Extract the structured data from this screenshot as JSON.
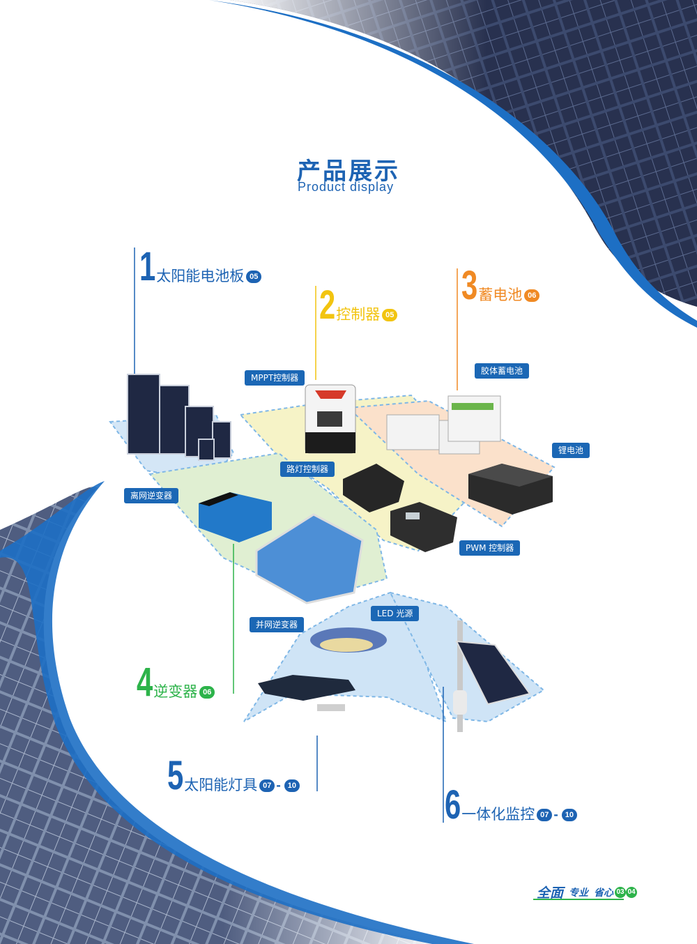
{
  "header": {
    "title_cn": "产品展示",
    "title_en": "Product display"
  },
  "sections": [
    {
      "num": "1",
      "label": "太阳能电池板",
      "pages": [
        "05"
      ],
      "color": "#1d63b3"
    },
    {
      "num": "2",
      "label": "控制器",
      "pages": [
        "05"
      ],
      "color": "#f2c410"
    },
    {
      "num": "3",
      "label": "蓄电池",
      "pages": [
        "06"
      ],
      "color": "#f08a24"
    },
    {
      "num": "4",
      "label": "逆变器",
      "pages": [
        "06"
      ],
      "color": "#2db34a"
    },
    {
      "num": "5",
      "label": "太阳能灯具",
      "pages": [
        "07",
        "10"
      ],
      "color": "#1d63b3"
    },
    {
      "num": "6",
      "label": "一体化监控",
      "pages": [
        "07",
        "10"
      ],
      "color": "#1d63b3"
    }
  ],
  "tags": {
    "mppt": "MPPT控制器",
    "gel_battery": "胶体蓄电池",
    "lithium": "锂电池",
    "street_ctrl": "路灯控制器",
    "offgrid": "离网逆变器",
    "pwm": "PWM 控制器",
    "grid": "并网逆变器",
    "led": "LED 光源"
  },
  "footer": {
    "words": [
      "全面",
      "专业",
      "省心"
    ],
    "pages": [
      "03",
      "04"
    ]
  },
  "colors": {
    "brand_blue": "#1d63b3",
    "tag_blue": "#1b67b5",
    "footer_green": "#2db34a"
  }
}
